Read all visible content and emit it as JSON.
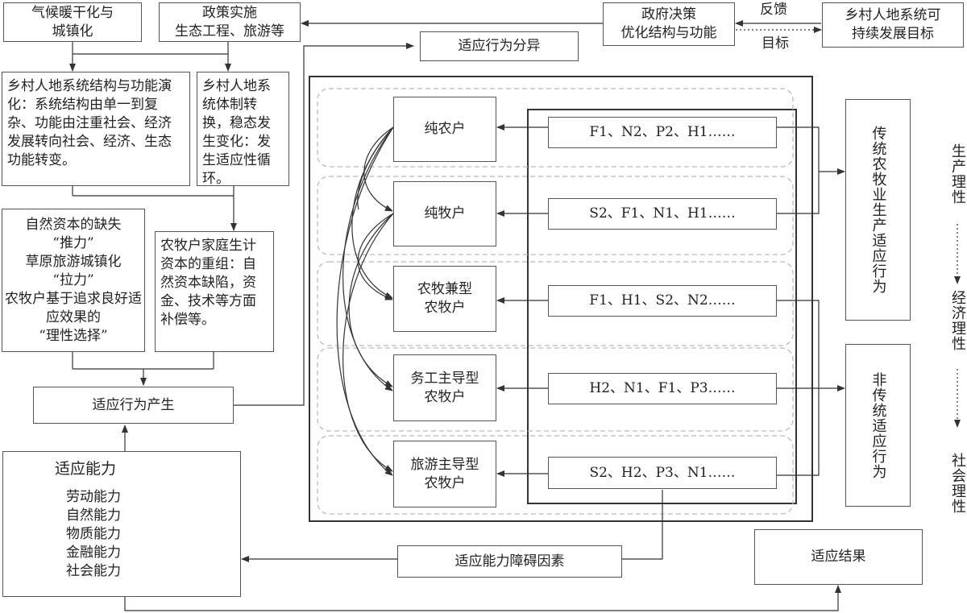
{
  "top": {
    "climate": "气候暖干化与\n城镇化",
    "policy": "政策实施\n生态工程、旅游等",
    "gov": "政府决策\n优化结构与功能",
    "goal": "乡村人地系统可\n持续发展目标",
    "feedback_label": "反馈",
    "target_label": "目标",
    "divergence": "适应行为分异"
  },
  "left": {
    "structure": "乡村人地系统结构与功能演化：系统结构由单一到复杂、功能由注重社会、经济发展转向社会、经济、生态功能转变。",
    "regime": "乡村人地系统体制转换，稳态发生变化：发生适应性循环。",
    "push_pull": "自然资本的缺失\n“推力”\n草原旅游城镇化\n“拉力”\n农牧户基于追求良好适应效果的\n“理性选择”",
    "reorg": "农牧户家庭生计资本的重组：自然资本缺陷，资金、技术等方面补偿等。",
    "behavior": "适应行为产生",
    "capacity_title": "适应能力",
    "capacity_items": "劳动能力\n自然能力\n物质能力\n金融能力\n社会能力"
  },
  "households": [
    {
      "label": "纯农户",
      "strategy": "F1、N2、P2、H1……"
    },
    {
      "label": "纯牧户",
      "strategy": "S2、F1、N1、H1……"
    },
    {
      "label": "农牧兼型\n农牧户",
      "strategy": "F1、H1、S2、N2……"
    },
    {
      "label": "务工主导型\n农牧户",
      "strategy": "H2、N1、F1、P3……"
    },
    {
      "label": "旅游主导型\n农牧户",
      "strategy": "S2、H2、P3、N1……"
    }
  ],
  "right": {
    "traditional": "传统农牧业生产适应行为",
    "nontraditional": "非传统适应行为",
    "rationality_top": "生产理性",
    "rationality_bottom": "社会理性",
    "rationality_mid": "经济理性"
  },
  "bottom": {
    "barrier": "适应能力障碍因素",
    "result": "适应结果"
  },
  "colors": {
    "line": "#333333",
    "dashed": "#bbbbbb",
    "border": "#555555"
  }
}
